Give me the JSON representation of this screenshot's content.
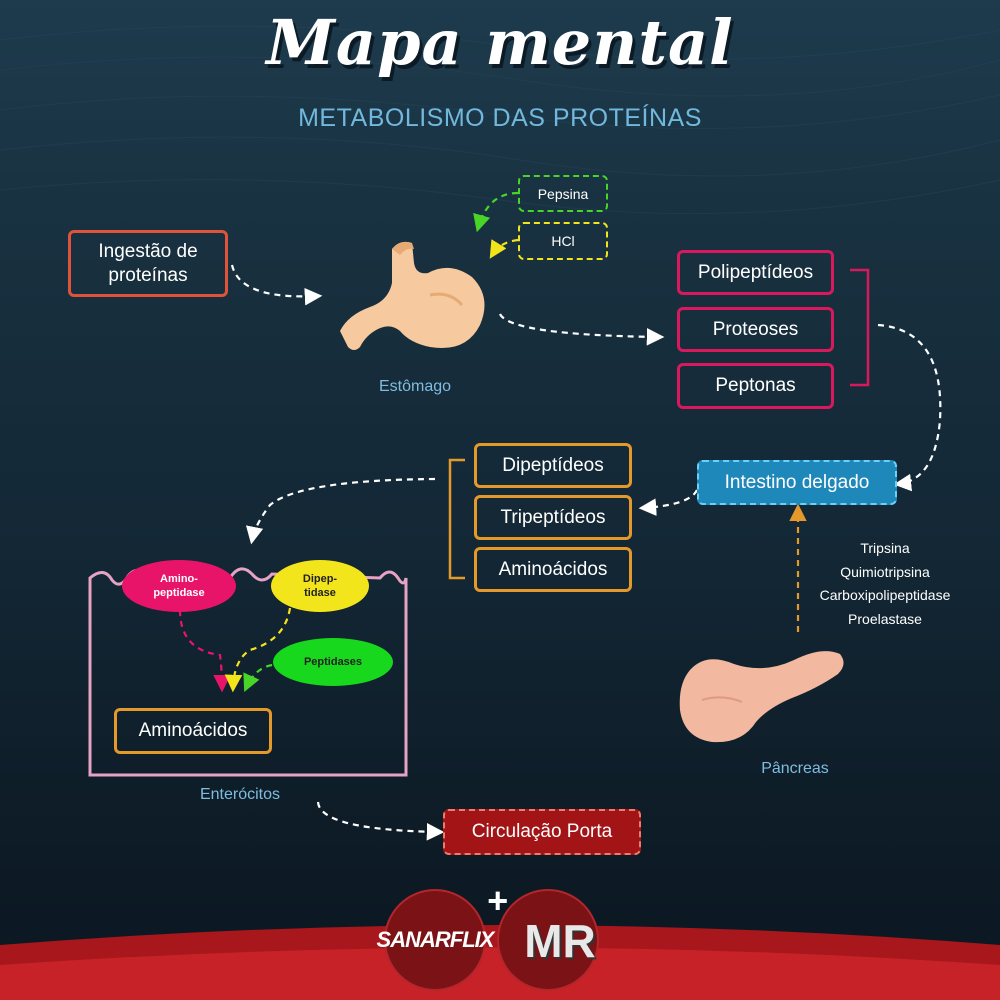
{
  "header": {
    "title": "Mapa mental",
    "subtitle": "METABOLISMO DAS PROTEÍNAS"
  },
  "nodes": {
    "ingestao": "Ingestão de proteínas",
    "pepsina": "Pepsina",
    "hcl": "HCl",
    "estomago": "Estômago",
    "polipeptideos": "Polipeptídeos",
    "proteoses": "Proteoses",
    "peptonas": "Peptonas",
    "intestino": "Intestino delgado",
    "dipeptideos": "Dipeptídeos",
    "tripeptideos": "Tripeptídeos",
    "aminoacidos_top": "Aminoácidos",
    "aminopeptidase": "Amino-\npeptidase",
    "dipeptidase": "Dipep-\ntidase",
    "peptidases": "Peptidases",
    "aminoacidos_cell": "Aminoácidos",
    "enterocitos": "Enterócitos",
    "circulacao": "Circulação Porta",
    "pancreas": "Pâncreas"
  },
  "pancreatic_enzymes": [
    "Tripsina",
    "Quimiotripsina",
    "Carboxipolipeptidase",
    "Proelastase"
  ],
  "logos": {
    "sanarflix": "SANARFLIX",
    "plus": "+",
    "mr": "MR"
  },
  "colors": {
    "background": "#132735",
    "accent_blue": "#72b8dd",
    "red_border": "#e0533b",
    "pink_border": "#d9185e",
    "orange_border": "#e4992a",
    "intestine_fill": "#1f88ba",
    "portal_fill": "#a31416",
    "aminopeptidase": "#e8146a",
    "dipeptidase": "#f3e51c",
    "peptidases": "#17d81c",
    "organ": "#f6c99e"
  }
}
